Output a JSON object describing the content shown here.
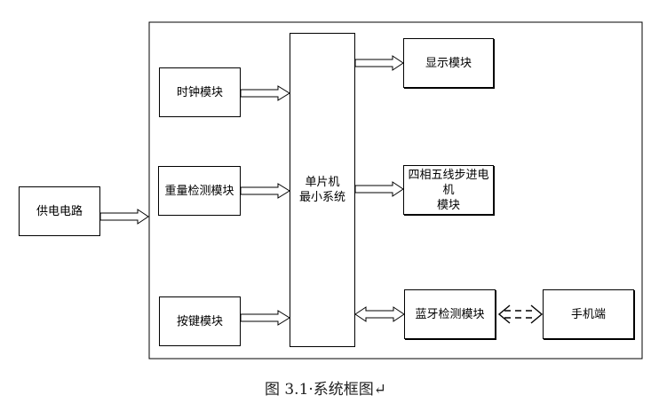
{
  "blocks": {
    "power": "供电电路",
    "clock": "时钟模块",
    "weight": "重量检测模块",
    "keys": "按键模块",
    "mcu": "单片机\n最小系统",
    "display": "显示模块",
    "motor": "四相五线步进电机\n模块",
    "bluetooth": "蓝牙检测模块",
    "phone": "手机端"
  },
  "caption": "图 3.1·系统框图↵"
}
